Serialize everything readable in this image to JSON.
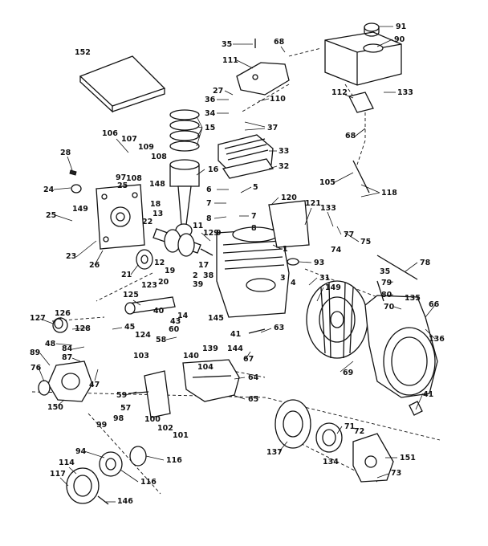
{
  "callouts": {
    "c91": "91",
    "c90": "90",
    "c35a": "35",
    "c68a": "68",
    "c152": "152",
    "c111": "111",
    "c112": "112",
    "c133a": "133",
    "c27": "27",
    "c36": "36",
    "c110": "110",
    "c34": "34",
    "c37": "37",
    "c68b": "68",
    "c15": "15",
    "c106": "106",
    "c107": "107",
    "c109": "109",
    "c108a": "108",
    "c33": "33",
    "c32": "32",
    "c28": "28",
    "c97": "97",
    "c108b": "108",
    "c148": "148",
    "c16": "16",
    "c105": "105",
    "c118": "118",
    "c24": "24",
    "c25a": "25",
    "c6": "6",
    "c5": "5",
    "c120": "120",
    "c121": "121",
    "c149a": "149",
    "c18": "18",
    "c13": "13",
    "c7a": "7",
    "c8a": "8",
    "c7b": "7",
    "c133b": "133",
    "c25b": "25",
    "c22": "22",
    "c11": "11",
    "c129": "129",
    "c8b": "8",
    "c9": "9",
    "c77": "77",
    "c74": "74",
    "c75": "75",
    "c23": "23",
    "c26": "26",
    "c12": "12",
    "c1": "1",
    "c78": "78",
    "c93": "93",
    "c17": "17",
    "c21": "21",
    "c19": "19",
    "c2": "2",
    "c38": "38",
    "c39": "39",
    "c20": "20",
    "c3": "3",
    "c31": "31",
    "c4": "4",
    "c149b": "149",
    "c35b": "35",
    "c79": "79",
    "c123": "123",
    "c125": "125",
    "c80": "80",
    "c70": "70",
    "c135": "135",
    "c66": "66",
    "c40": "40",
    "c127": "127",
    "c126": "126",
    "c14": "14",
    "c43": "43",
    "c145": "145",
    "c45": "45",
    "c136": "136",
    "c128": "128",
    "c124": "124",
    "c60": "60",
    "c41": "41",
    "c63": "63",
    "c48": "48",
    "c84": "84",
    "c58": "58",
    "c140": "140",
    "c139": "139",
    "c144": "144",
    "c89": "89",
    "c87": "87",
    "c67": "67",
    "c47": "47",
    "c104": "104",
    "c103": "103",
    "c69": "69",
    "c76": "76",
    "c64": "64",
    "c41b": "41",
    "c150": "150",
    "c59": "59",
    "c57": "57",
    "c65": "65",
    "c98": "98",
    "c99": "99",
    "c100": "100",
    "c102": "102",
    "c101": "101",
    "c137": "137",
    "c71": "71",
    "c72": "72",
    "c134": "134",
    "c94": "94",
    "c151": "151",
    "c114": "114",
    "c116a": "116",
    "c73": "73",
    "c117": "117",
    "c116b": "116",
    "c146": "146"
  },
  "colors": {
    "line": "#111111",
    "background": "#ffffff"
  }
}
